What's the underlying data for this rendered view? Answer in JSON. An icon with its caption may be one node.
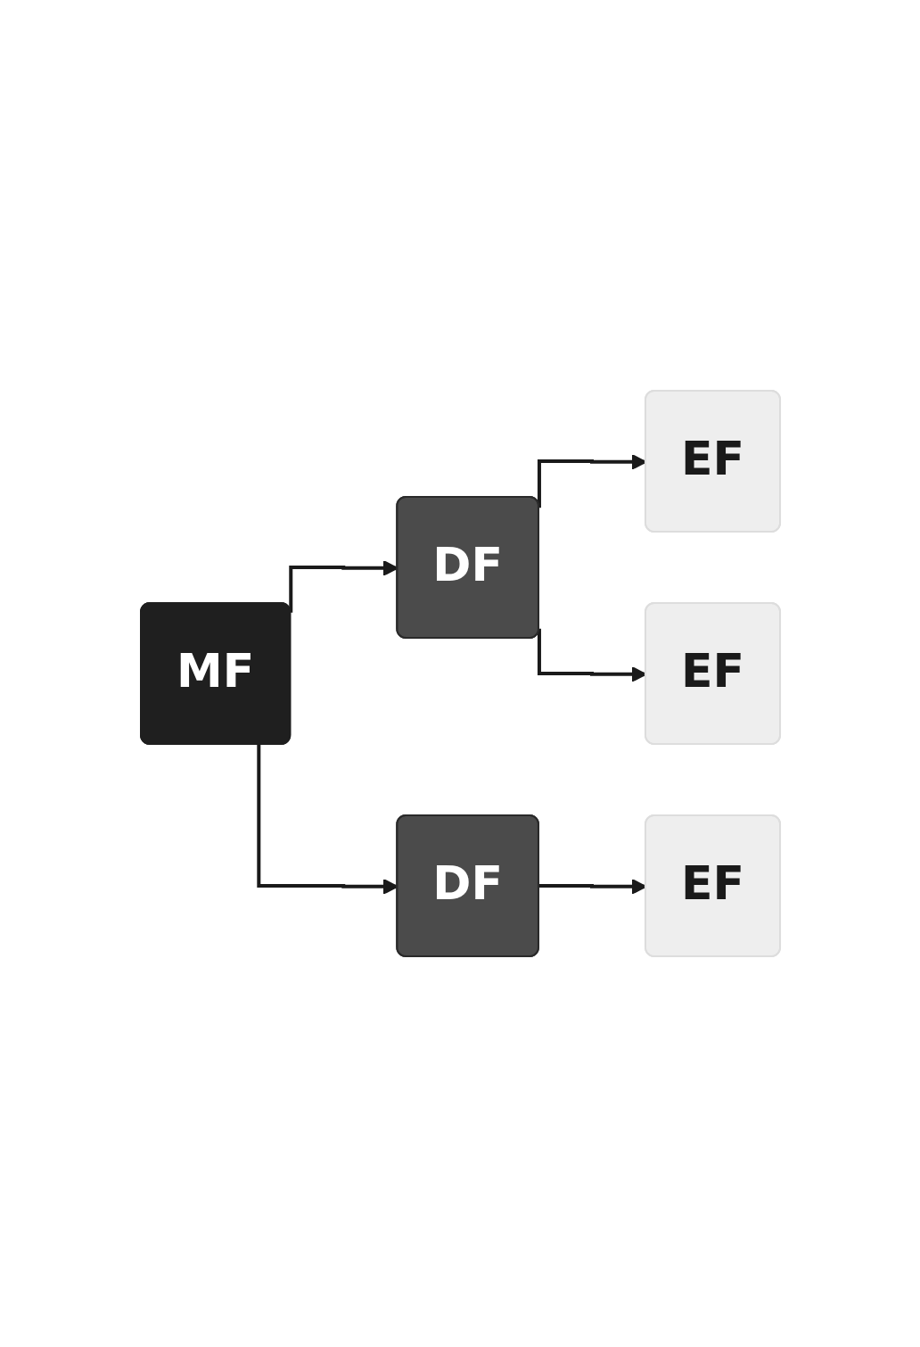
{
  "diagram": {
    "nodes": [
      {
        "text": [
          "MF"
        ]
      },
      {
        "text": [
          "DF"
        ]
      },
      {
        "text": [
          "EF"
        ]
      },
      {
        "text": [
          "EF"
        ]
      },
      {
        "text": [
          "DF"
        ]
      },
      {
        "text": [
          "EF"
        ]
      }
    ],
    "edges": [
      {
        "from": 0,
        "to": 1,
        "arrow": "to"
      },
      {
        "from": 1,
        "to": 2,
        "arrow": "to"
      },
      {
        "from": 1,
        "to": 3,
        "arrow": "to"
      },
      {
        "from": 0,
        "to": 4,
        "arrow": "to"
      },
      {
        "from": 4,
        "to": 5,
        "arrow": "to"
      }
    ]
  }
}
